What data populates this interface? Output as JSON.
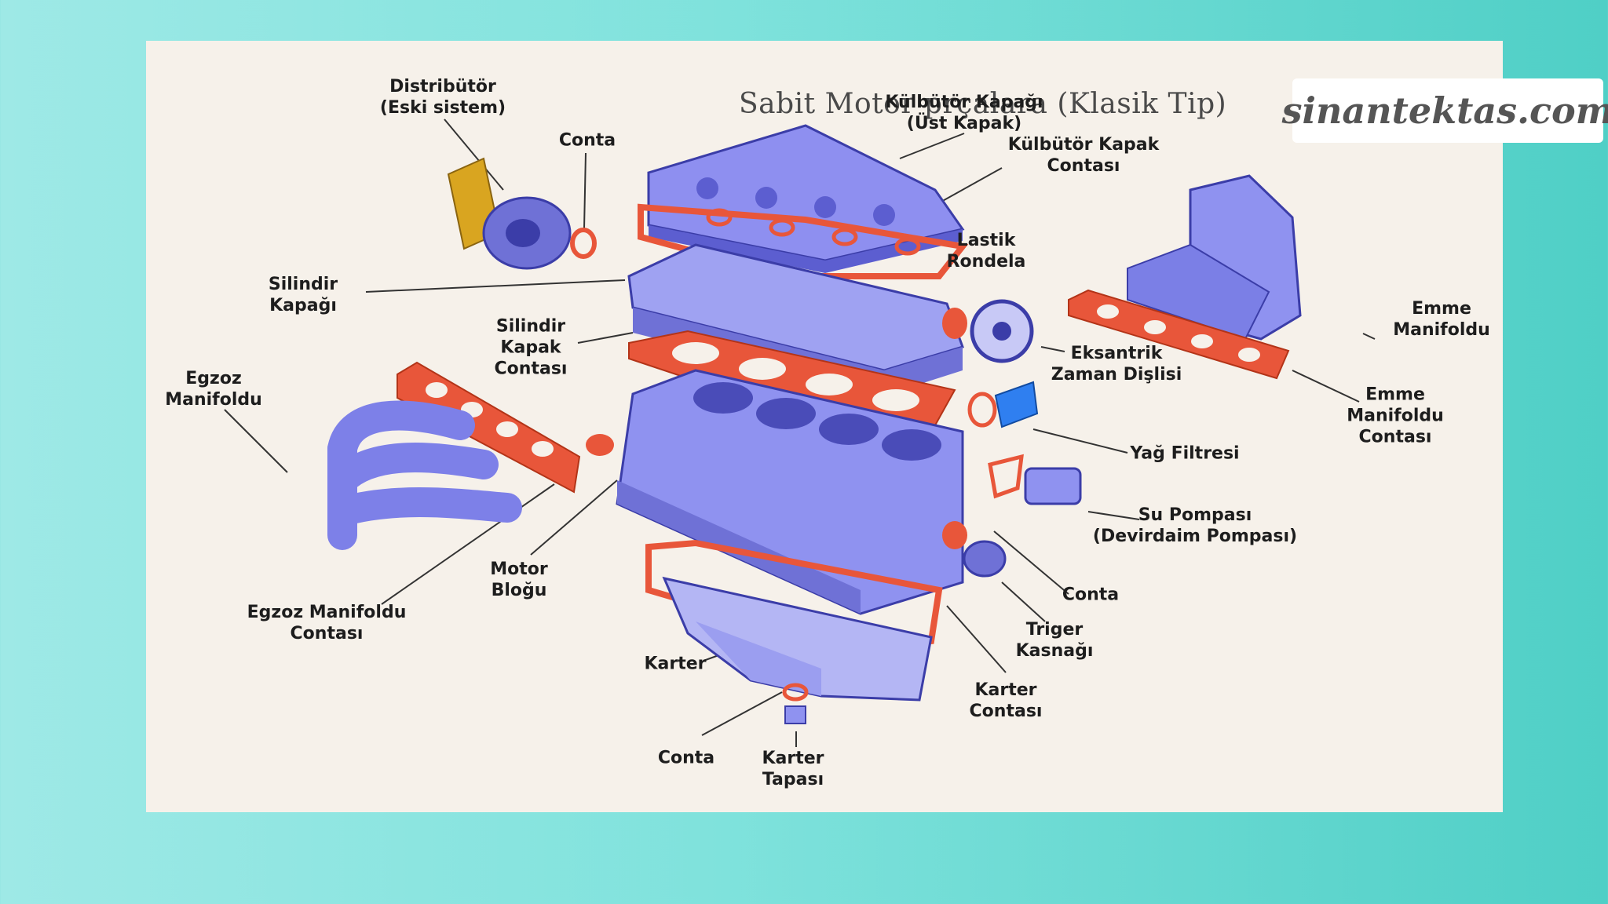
{
  "title": "Sabit Motor prçalara (Klasik Tip)",
  "watermark": "sinantektas.com",
  "colors": {
    "background_left": "#9ee9e6",
    "background_right": "#4fcfc6",
    "card": "#f6f1ea",
    "part_blue": "#7b7fe6",
    "gasket_orange": "#e8563a",
    "distributor_gold": "#d9a520",
    "filter_blue": "#2f7ff0"
  },
  "labels": {
    "distributor": [
      "Distribütör",
      "(Eski sistem)"
    ],
    "conta_top": [
      "Conta"
    ],
    "kulbutor_kapagi": [
      "Külbütör Kapağı",
      "(Üst Kapak)"
    ],
    "kulbutor_kapak_contasi": [
      "Külbütör Kapak",
      "Contası"
    ],
    "lastik_rondela": [
      "Lastik",
      "Rondela"
    ],
    "silindir_kapagi": [
      "Silindir",
      "Kapağı"
    ],
    "silindir_kapak_contasi": [
      "Silindir",
      "Kapak",
      "Contası"
    ],
    "eksantrik": [
      "Eksantrik",
      "Zaman Dişlisi"
    ],
    "emme_manifoldu": [
      "Emme",
      "Manifoldu"
    ],
    "emme_manifoldu_contasi": [
      "Emme",
      "Manifoldu",
      "Contası"
    ],
    "egzoz_manifoldu": [
      "Egzoz",
      "Manifoldu"
    ],
    "yag_filtresi": [
      "Yağ Filtresi"
    ],
    "su_pompasi": [
      "Su Pompası",
      "(Devirdaim Pompası)"
    ],
    "motor_blogu": [
      "Motor",
      "Bloğu"
    ],
    "egzoz_manifoldu_contasi": [
      "Egzoz Manifoldu",
      "Contası"
    ],
    "conta_right": [
      "Conta"
    ],
    "triger_kasnagi": [
      "Triger",
      "Kasnağı"
    ],
    "karter": [
      "Karter"
    ],
    "karter_contasi": [
      "Karter",
      "Contası"
    ],
    "conta_bottom": [
      "Conta"
    ],
    "karter_tapasi": [
      "Karter",
      "Tapası"
    ]
  }
}
